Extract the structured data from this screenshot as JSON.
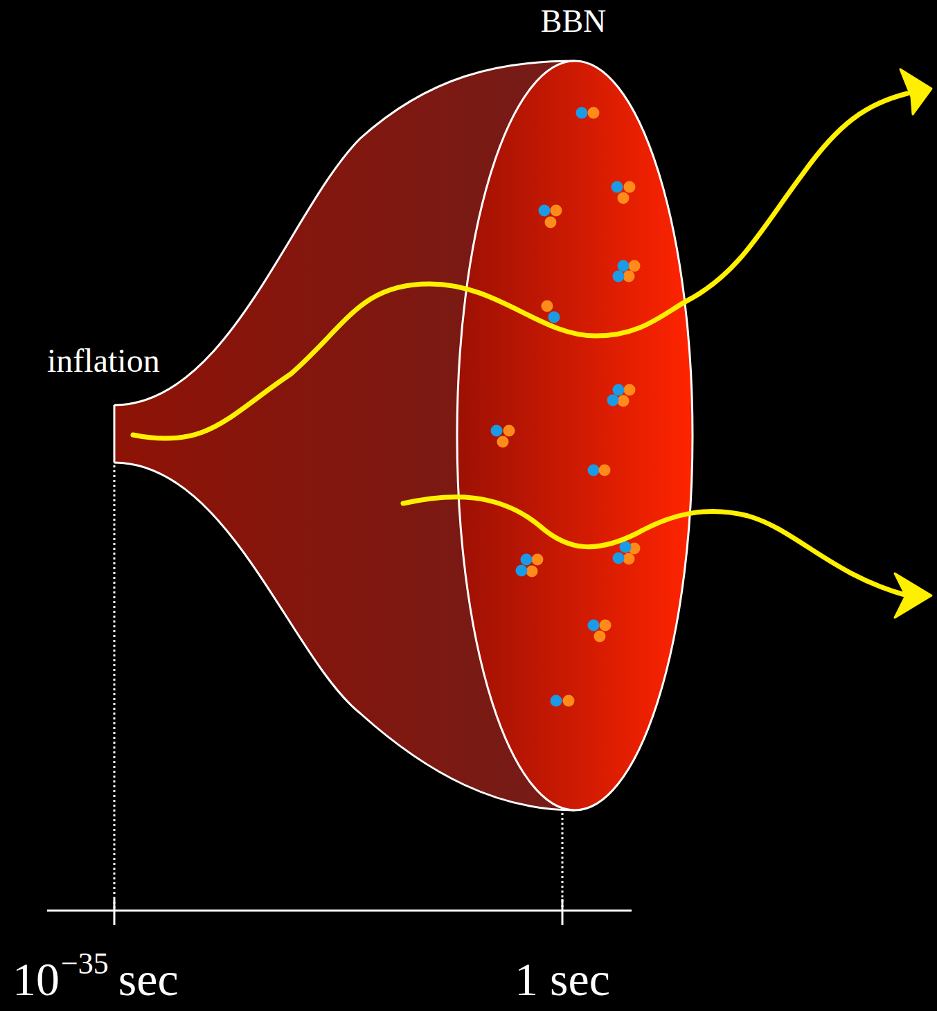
{
  "diagram": {
    "labels": [
      "BBN",
      "inflation",
      "10",
      "−35",
      "sec",
      "1 sec"
    ]
  }
}
